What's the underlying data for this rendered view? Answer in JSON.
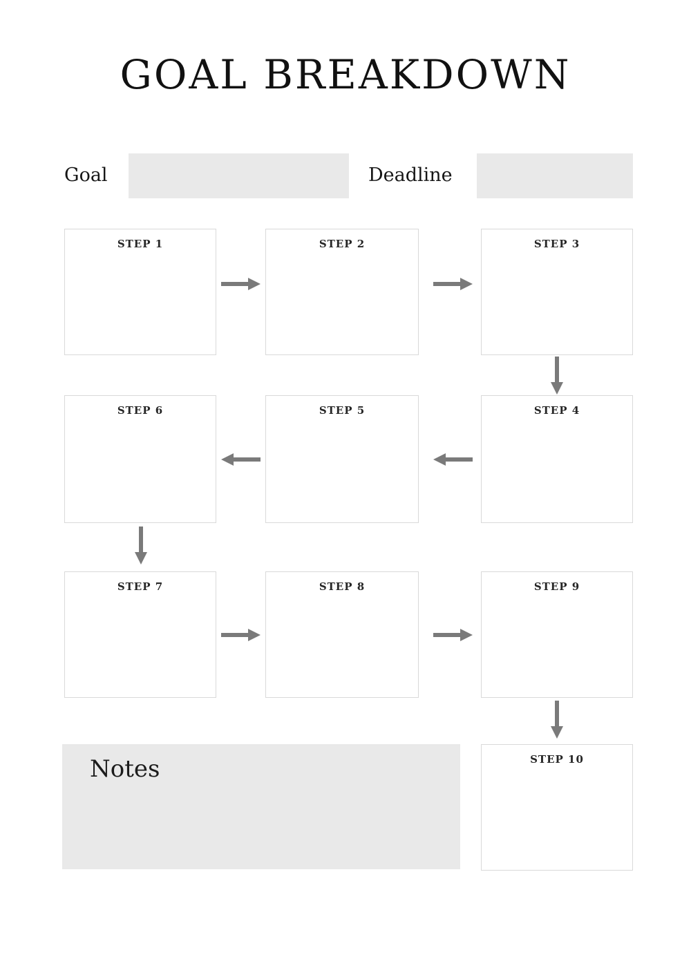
{
  "page": {
    "title": "GOAL BREAKDOWN"
  },
  "form": {
    "goal_label": "Goal",
    "goal_value": "",
    "deadline_label": "Deadline",
    "deadline_value": ""
  },
  "steps": [
    {
      "label": "STEP 1",
      "content": ""
    },
    {
      "label": "STEP 2",
      "content": ""
    },
    {
      "label": "STEP 3",
      "content": ""
    },
    {
      "label": "STEP 4",
      "content": ""
    },
    {
      "label": "STEP 5",
      "content": ""
    },
    {
      "label": "STEP 6",
      "content": ""
    },
    {
      "label": "STEP 7",
      "content": ""
    },
    {
      "label": "STEP 8",
      "content": ""
    },
    {
      "label": "STEP 9",
      "content": ""
    },
    {
      "label": "STEP 10",
      "content": ""
    }
  ],
  "flow": [
    "step1->step2",
    "step2->step3",
    "step3->step4",
    "step4->step5",
    "step5->step6",
    "step6->step7",
    "step7->step8",
    "step8->step9",
    "step9->step10"
  ],
  "notes": {
    "label": "Notes",
    "content": ""
  },
  "icons": {
    "arrow_right": "→",
    "arrow_left": "←",
    "arrow_down": "↓"
  },
  "colors": {
    "arrow": "#7a7a7a",
    "field_background": "#e9e9e9",
    "box_border": "#d9d9d9",
    "text": "#161616"
  }
}
